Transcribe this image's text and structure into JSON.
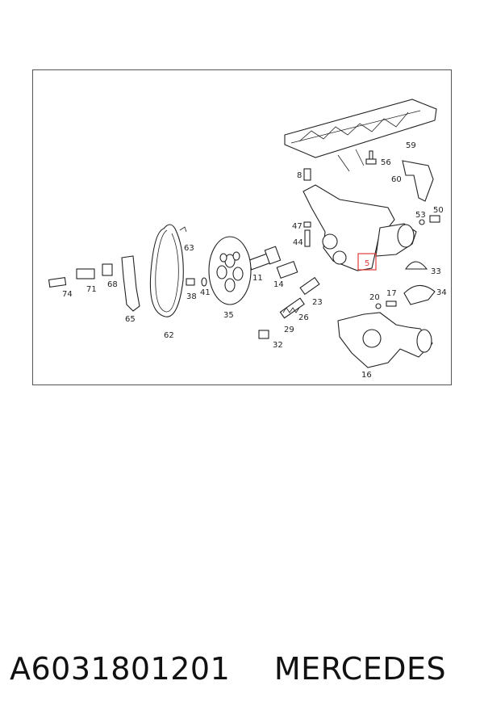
{
  "diagram": {
    "labels": {
      "l59": "59",
      "l56": "56",
      "l60": "60",
      "l8": "8",
      "l50": "50",
      "l53": "53",
      "l47": "47",
      "l44": "44",
      "l63": "63",
      "l5": "5",
      "l33": "33",
      "l34": "34",
      "l74": "74",
      "l71": "71",
      "l68": "68",
      "l11": "11",
      "l14": "14",
      "l41": "41",
      "l38": "38",
      "l23": "23",
      "l20": "20",
      "l17": "17",
      "l65": "65",
      "l35": "35",
      "l26": "26",
      "l29": "29",
      "l62": "62",
      "l32": "32",
      "l16": "16"
    },
    "highlight_color": "#e03b3b"
  },
  "caption": {
    "part_number": "A6031801201",
    "brand": "MERCEDES"
  }
}
